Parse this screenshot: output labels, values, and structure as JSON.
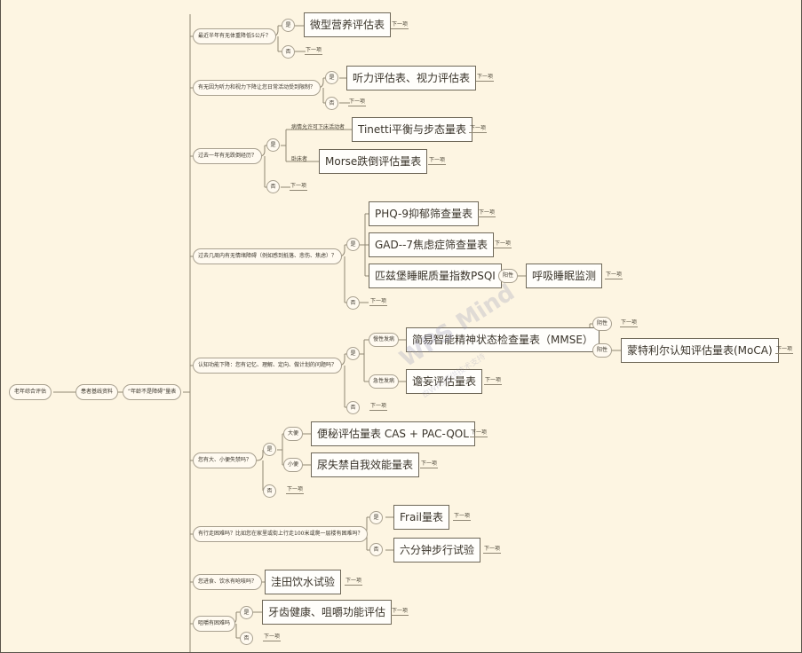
{
  "root": "老年综合评估",
  "level1": "患者基线资料",
  "level2": "“年龄不是障碍”量表",
  "next_label": "下一项",
  "yes": "是",
  "no": "否",
  "watermark": "WPS Mind",
  "watermark_sub": "由WPS提供技术支持",
  "q1": {
    "question": "最近半年有无体重降低5公斤？",
    "tool": "微型营养评估表"
  },
  "q2": {
    "question": "有无因为听力和视力下降让您日常活动受到限制？",
    "tool": "听力评估表、视力评估表"
  },
  "q3": {
    "question": "过去一年有无跌倒经历？",
    "cond_a": "病情允许可下床活动者",
    "tool_a": "Tinetti平衡与步态量表",
    "cond_b": "卧床者",
    "tool_b": "Morse跌倒评估量表"
  },
  "q4": {
    "question": "过去几周内有无情绪障碍（例如感到抵落、悲伤、焦虑）？",
    "tool_a": "PHQ-9抑郁筛查量表",
    "tool_b": "GAD--7焦虑症筛查量表",
    "tool_c": "匹兹堡睡眠质量指数PSQI",
    "positive": "阳性",
    "tool_d": "呼吸睡眠监测"
  },
  "q5": {
    "question": "认知功能下降：您有记忆、理解、定向、做计划的问题吗？",
    "cond_a": "慢性发病",
    "tool_a": "简易智能精神状态检查量表（MMSE）",
    "negative": "阴性",
    "positive": "阳性",
    "tool_b": "蒙特利尔认知评估量表(MoCA)",
    "cond_b": "急性发病",
    "tool_c": "谵妄评估量表"
  },
  "q6": {
    "question": "您有大、小便失禁吗？",
    "cond_a": "大便",
    "tool_a": "便秘评估量表 CAS + PAC-QOL",
    "cond_b": "小便",
    "tool_b": "尿失禁自我效能量表"
  },
  "q7": {
    "question": "有行走困难吗？比如您在家里或街上行走100米或爬一层楼有困难吗？",
    "tool_a": "Frail量表",
    "tool_b": "六分钟步行试验"
  },
  "q8": {
    "question": "您进食、饮水有呛咳吗？",
    "tool": "洼田饮水试验"
  },
  "q9": {
    "question": "咀嚼有困难吗",
    "tool": "牙齿健康、咀嚼功能评估"
  }
}
